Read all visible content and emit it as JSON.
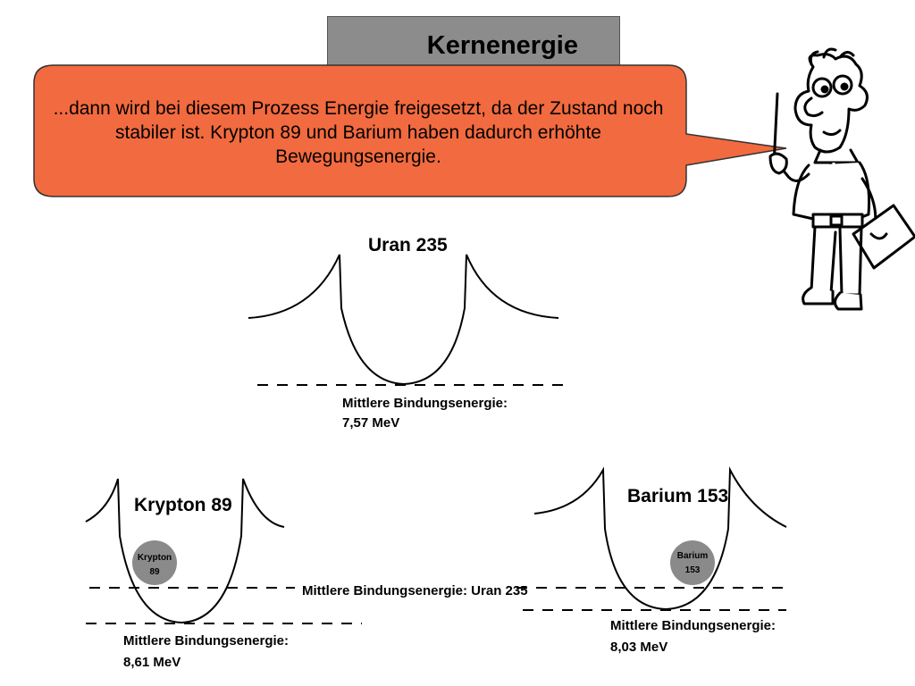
{
  "slide": {
    "title": "Kernenergie",
    "speech": "...dann wird bei diesem Prozess Energie freigesetzt, da der Zustand noch stabiler ist. Krypton 89 und Barium haben dadurch erhöhte Bewegungsenergie."
  },
  "uran": {
    "name": "Uran 235",
    "energy_label": "Mittlere Bindungsenergie:",
    "energy_value": "7,57 MeV"
  },
  "krypton": {
    "name": "Krypton 89",
    "ball_line1": "Krypton",
    "ball_line2": "89",
    "uran_reference_label": "Mittlere Bindungsenergie: Uran 235",
    "energy_label": "Mittlere Bindungsenergie:",
    "energy_value": "8,61 MeV"
  },
  "barium": {
    "name": "Barium 153",
    "ball_line1": "Barium",
    "ball_line2": "153",
    "energy_label": "Mittlere Bindungsenergie:",
    "energy_value": "8,03 MeV"
  },
  "colors": {
    "speech_bubble": "#f26a3f",
    "title_box": "#8c8c8c",
    "nucleus_ball": "#8a8a8a"
  }
}
